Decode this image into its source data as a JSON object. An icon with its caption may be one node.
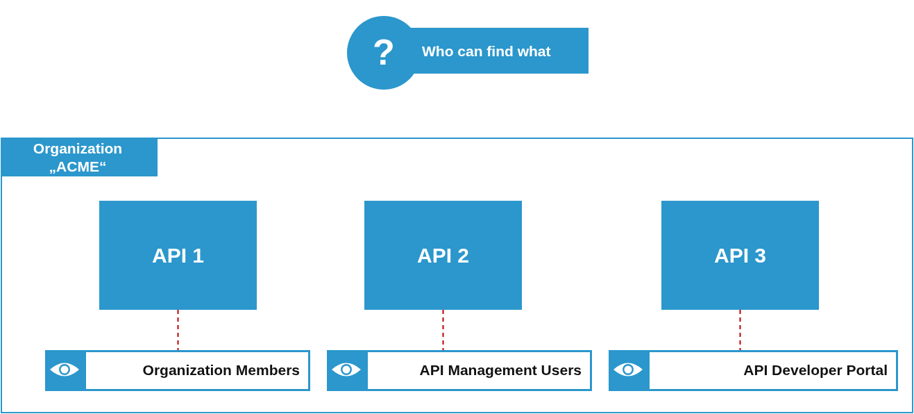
{
  "diagram": {
    "nodes": [
      {
        "text": [
          "?",
          "Who can find what"
        ]
      },
      {
        "text": [
          "Organization „ACME“"
        ]
      },
      {
        "text": [
          "API 1"
        ],
        "in": 1
      },
      {
        "text": [
          "API 2"
        ],
        "in": 1
      },
      {
        "text": [
          "API 3"
        ],
        "in": 1
      },
      {
        "text": [
          "Organization Members"
        ],
        "in": 1
      },
      {
        "text": [
          "API Management Users"
        ],
        "in": 1
      },
      {
        "text": [
          "API Developer Portal"
        ],
        "in": 1
      }
    ],
    "edges": [
      {
        "from": 2,
        "to": 5,
        "arrow": "none",
        "style": "dashed"
      },
      {
        "from": 3,
        "to": 6,
        "arrow": "none",
        "style": "dashed"
      },
      {
        "from": 4,
        "to": 7,
        "arrow": "none",
        "style": "dashed"
      }
    ]
  }
}
